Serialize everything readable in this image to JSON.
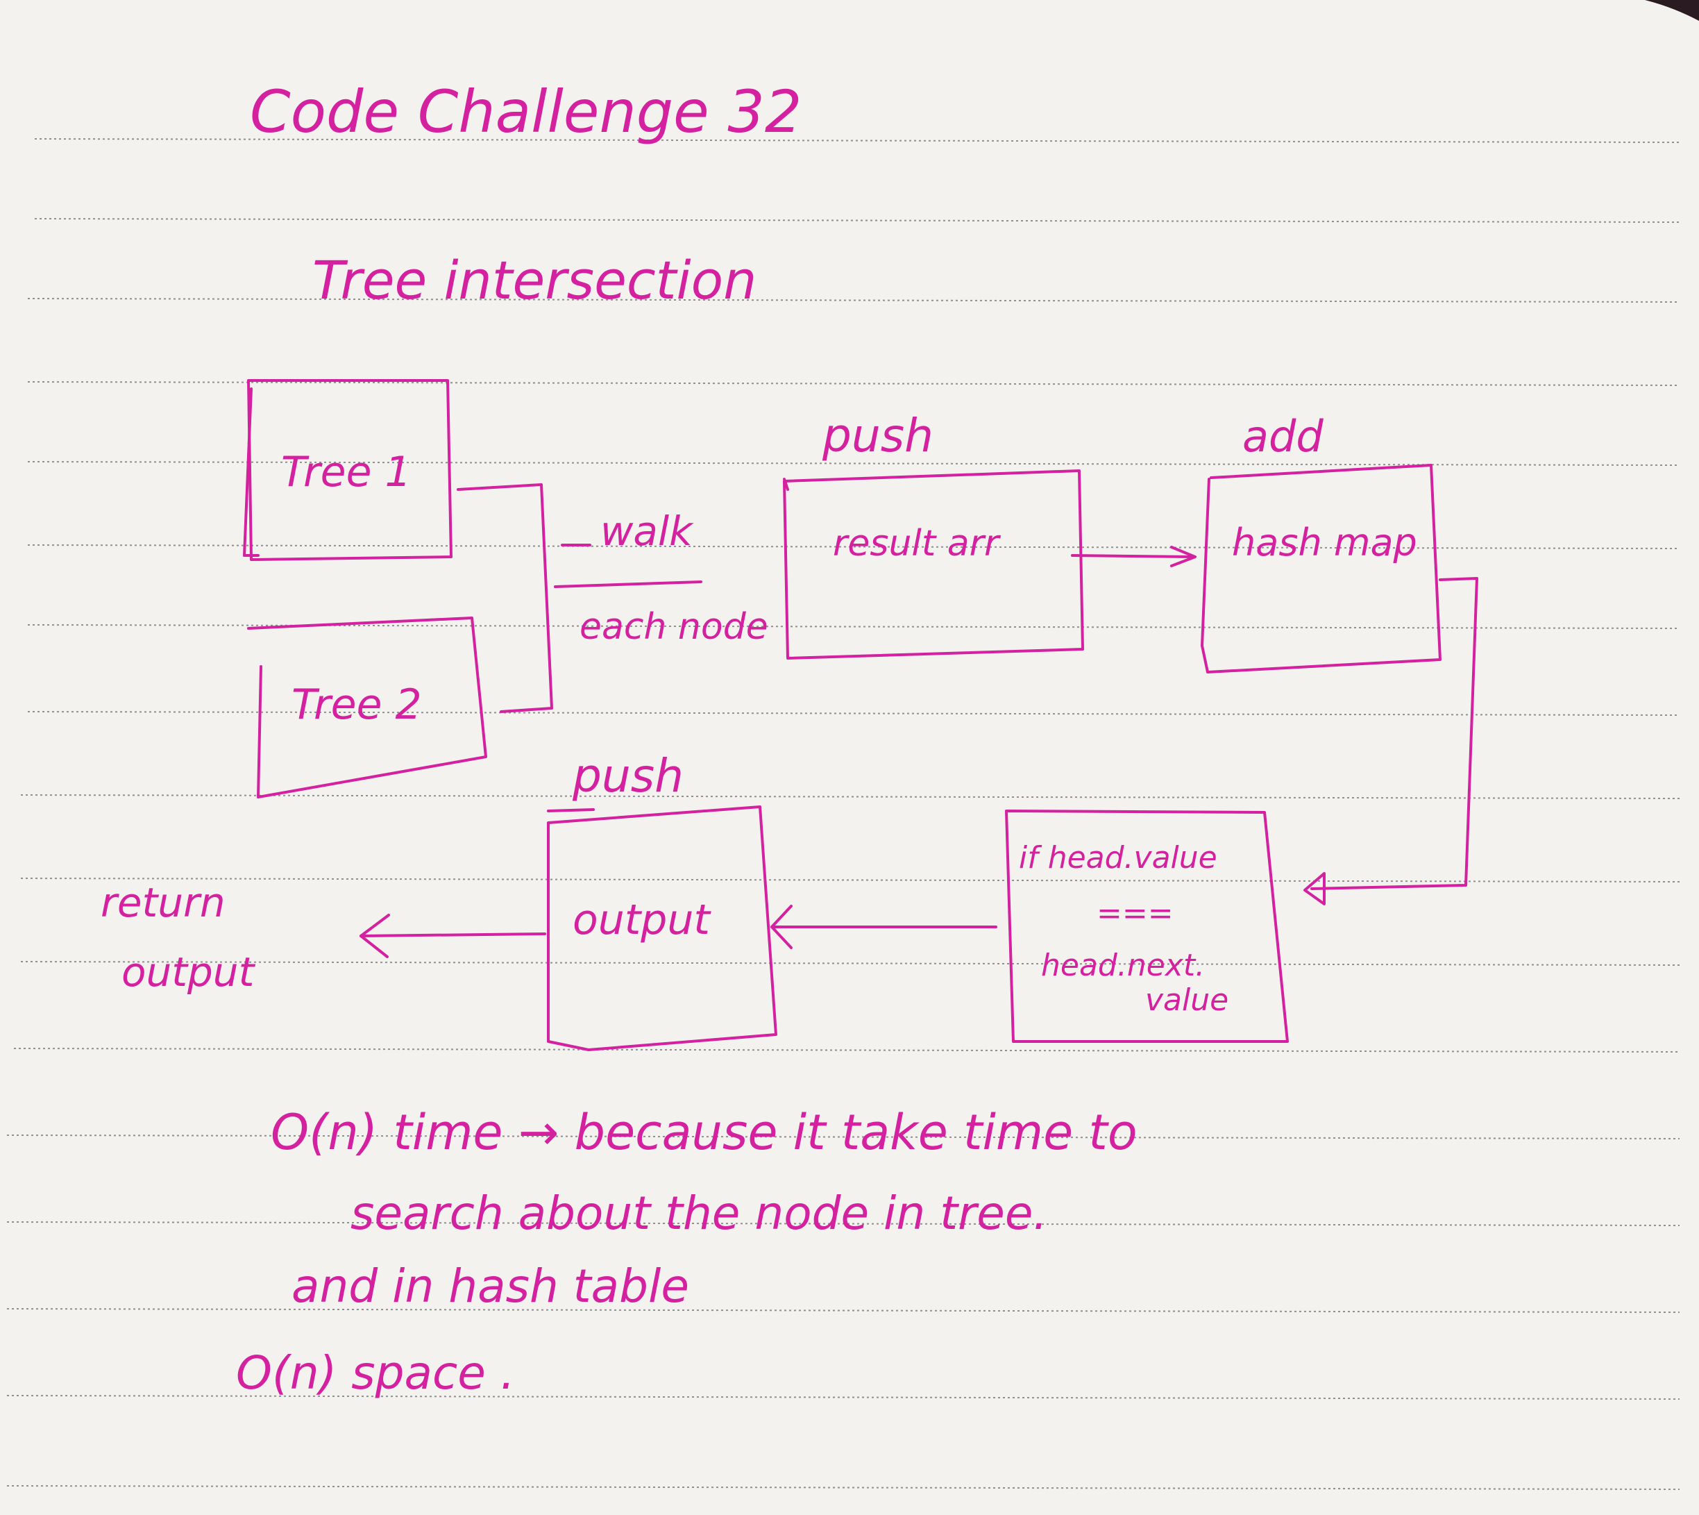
{
  "title": "Code Challenge 32",
  "subtitle": "Tree intersection",
  "diagram": {
    "tree1": "Tree 1",
    "tree2": "Tree 2",
    "walk_label": "walk",
    "each_node_label": "each node",
    "push_label_1": "push",
    "result_arr": "result arr",
    "add_label": "add",
    "hashmap": "hash map",
    "condition_line1": "if head.value",
    "condition_line2": "===",
    "condition_line3": "head.next.",
    "condition_line4": "value",
    "push_label_2": "push",
    "output": "output",
    "return_line1": "return",
    "return_line2": "output"
  },
  "notes": {
    "line1": "O(n) time → because it take time to",
    "line2": "search about the node in tree.",
    "line3": "and in hash table",
    "line4": "O(n) space ."
  },
  "colors": {
    "ink": "#d4219f",
    "paper": "#f3f2ef",
    "rule": "#8f8f8f",
    "background": "#2a1a22"
  }
}
